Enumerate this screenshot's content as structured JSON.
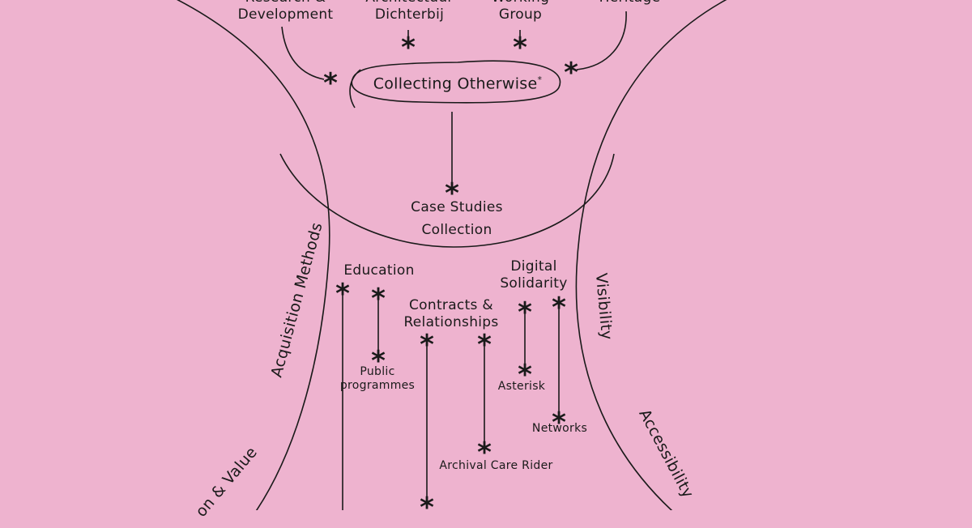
{
  "labels": {
    "research": "Research & Development",
    "architectuur": "Architectuur Dichterbij",
    "working": "Working Group",
    "heritage": "Heritage",
    "collecting": "Collecting Otherwise",
    "collecting_mark": "*",
    "case_studies": "Case Studies",
    "collection": "Collection",
    "education": "Education",
    "digital": "Digital Solidarity",
    "contracts": "Contracts & Relationships",
    "public": "Public programmes",
    "asterisk": "Asterisk",
    "networks": "Networks",
    "archival": "Archival Care Rider"
  },
  "side_labels": {
    "acquisition": "Acquisition Methods",
    "visibility": "Visibility",
    "accessibility": "Accessibility",
    "value": "on & Value"
  },
  "marker": "*",
  "colors": {
    "background": "#eeb3cf",
    "ink": "#1a1a1a"
  }
}
